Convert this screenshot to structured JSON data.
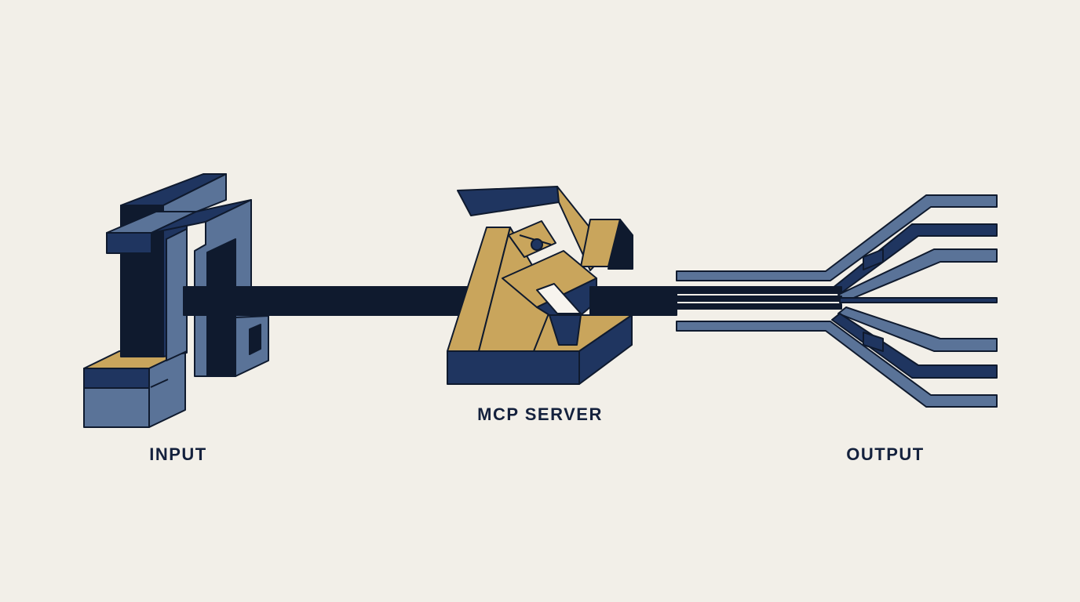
{
  "labels": {
    "input": "INPUT",
    "server": "MCP SERVER",
    "output": "OUTPUT"
  },
  "colors": {
    "background": "#f2efe8",
    "navy": "#1f3560",
    "dark": "#0f1a2e",
    "steel": "#5a7398",
    "gold": "#c9a55c",
    "outline": "#0f1a2e"
  }
}
